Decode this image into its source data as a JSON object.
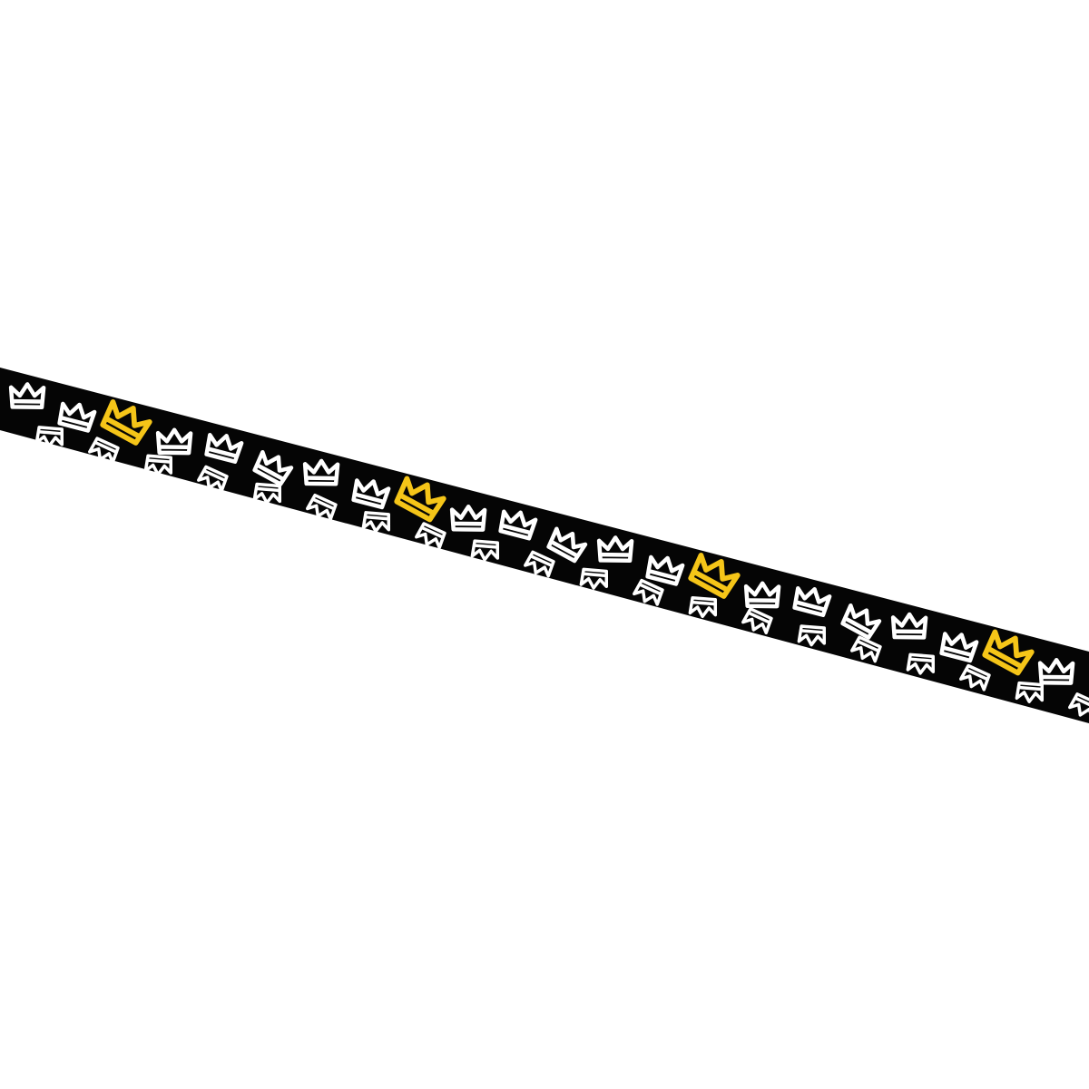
{
  "scene": {
    "subject": "ribbon",
    "pattern": "crown-icon",
    "colors": {
      "background": "#ffffff",
      "ribbon": "#050505",
      "crown_primary": "#ffffff",
      "crown_accent": "#f5c518"
    },
    "crown_cycle": [
      "white",
      "white",
      "accent",
      "white",
      "white",
      "white"
    ]
  }
}
